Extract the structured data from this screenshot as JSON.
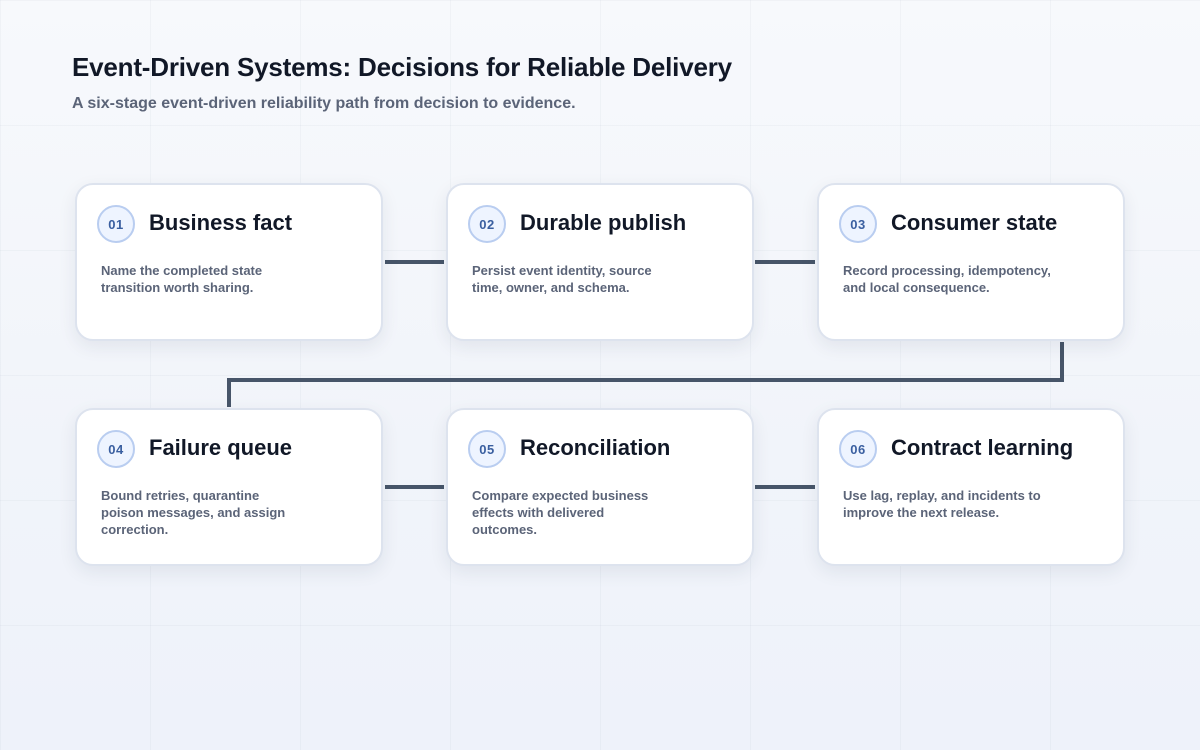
{
  "header": {
    "title": "Event-Driven Systems: Decisions for Reliable Delivery",
    "subtitle": "A six-stage event-driven reliability path from decision to evidence."
  },
  "colors": {
    "connector": "#475569",
    "badge_fill": "#eef4ff",
    "badge_border": "#b9cdf0",
    "badge_text": "#3a5fa0"
  },
  "stages": [
    {
      "number": "01",
      "title": "Business fact",
      "description": "Name the completed state transition worth sharing."
    },
    {
      "number": "02",
      "title": "Durable publish",
      "description": "Persist event identity, source time, owner, and schema."
    },
    {
      "number": "03",
      "title": "Consumer state",
      "description": "Record processing, idempotency, and local consequence."
    },
    {
      "number": "04",
      "title": "Failure queue",
      "description": "Bound retries, quarantine poison messages, and assign correction."
    },
    {
      "number": "05",
      "title": "Reconciliation",
      "description": "Compare expected business effects with delivered outcomes."
    },
    {
      "number": "06",
      "title": "Contract learning",
      "description": "Use lag, replay, and incidents to improve the next release."
    }
  ]
}
